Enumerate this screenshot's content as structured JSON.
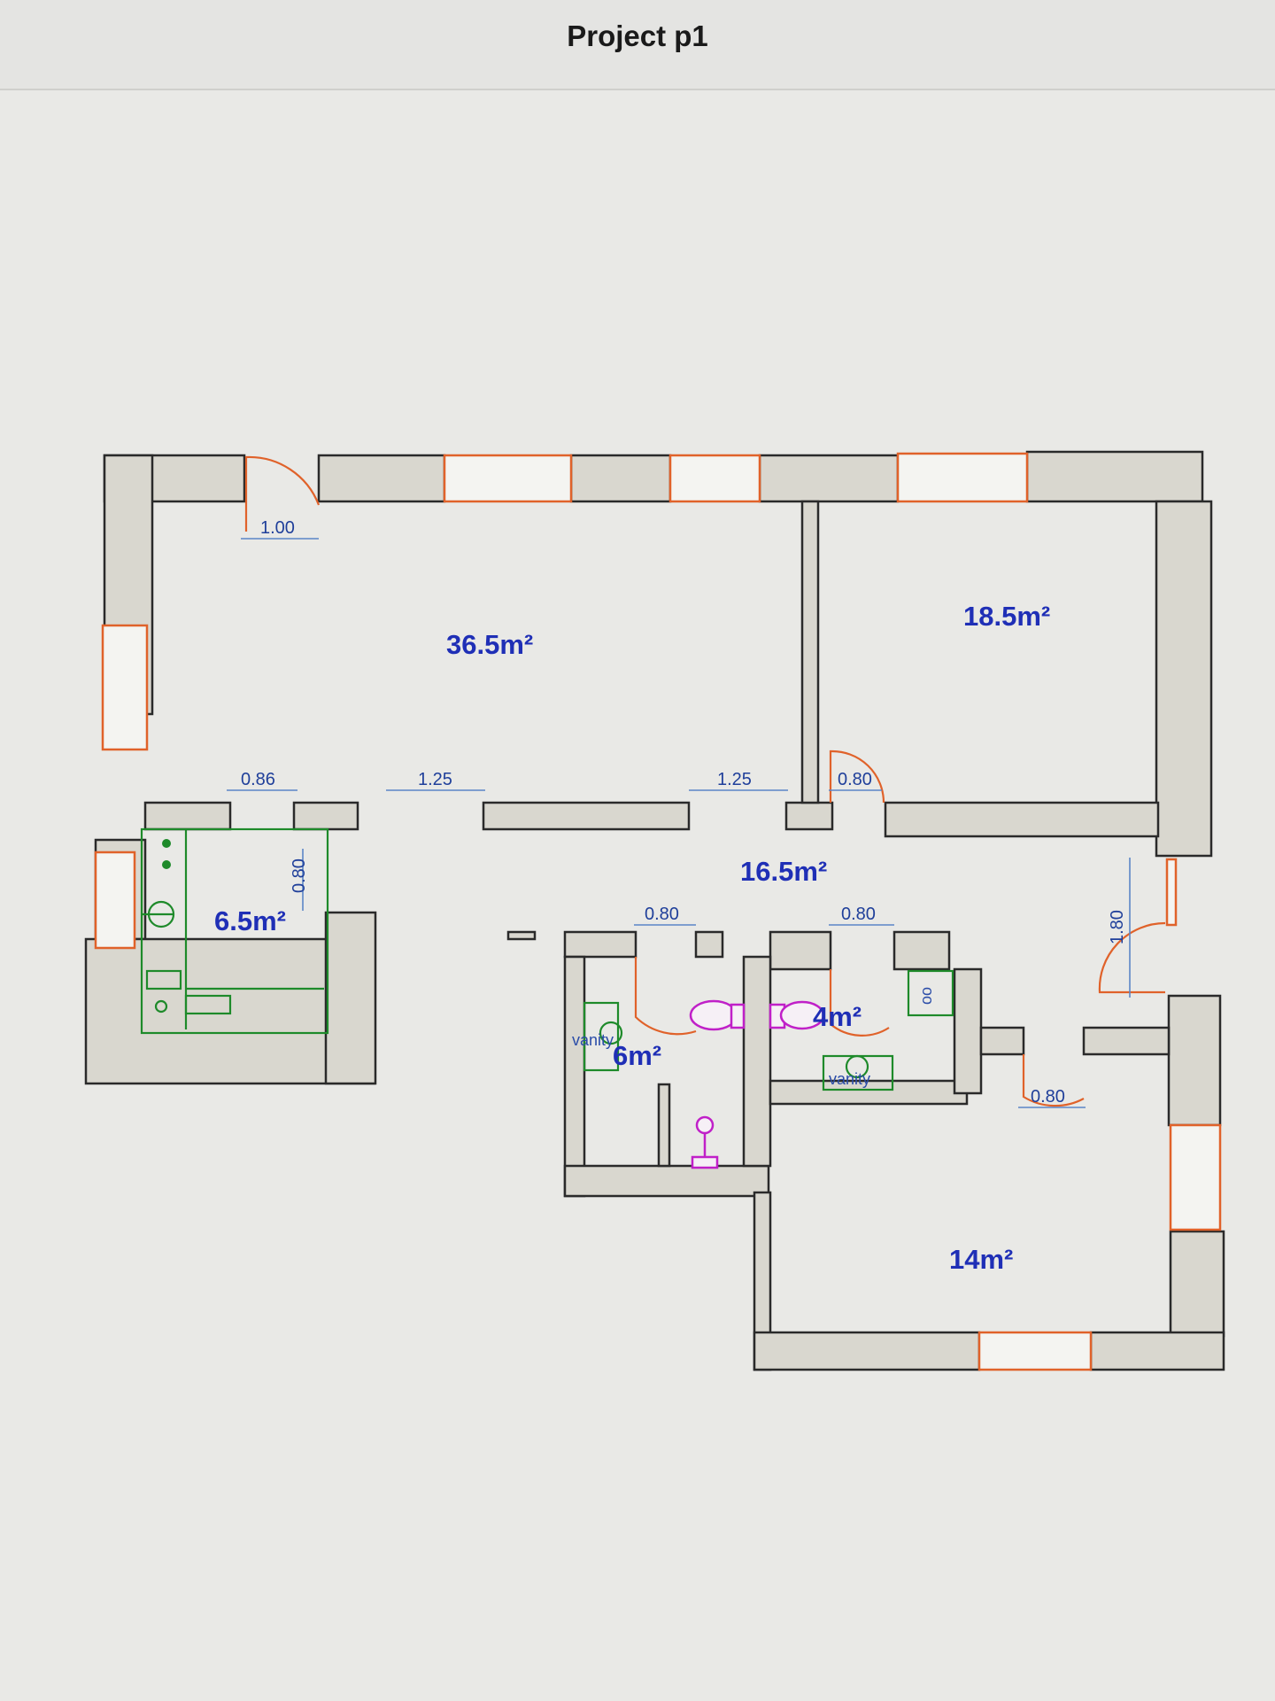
{
  "header": {
    "title": "Project p1"
  },
  "rooms": [
    {
      "id": "living",
      "area": "36.5m²"
    },
    {
      "id": "bedroom-ne",
      "area": "18.5m²"
    },
    {
      "id": "kitchen",
      "area": "6.5m²"
    },
    {
      "id": "hallway",
      "area": "16.5m²"
    },
    {
      "id": "bathroom",
      "area": "6m²"
    },
    {
      "id": "wc",
      "area": "4m²"
    },
    {
      "id": "bedroom-se",
      "area": "14m²"
    }
  ],
  "dimensions": [
    "1.00",
    "0.86",
    "1.25",
    "1.25",
    "0.80",
    "0.80",
    "0.80",
    "0.80",
    "0.80",
    "1.80"
  ],
  "fixtures": {
    "vanity_1": "vanity",
    "vanity_2": "vanity",
    "appliance": "oo"
  },
  "colors": {
    "wall": "#d9d7cf",
    "window": "#e0622a",
    "door": "#e0622a",
    "dimension": "#5b86c7",
    "area_label": "#1f2fb6",
    "fixture_green": "#1e8a2a",
    "fixture_magenta": "#c020c8"
  }
}
